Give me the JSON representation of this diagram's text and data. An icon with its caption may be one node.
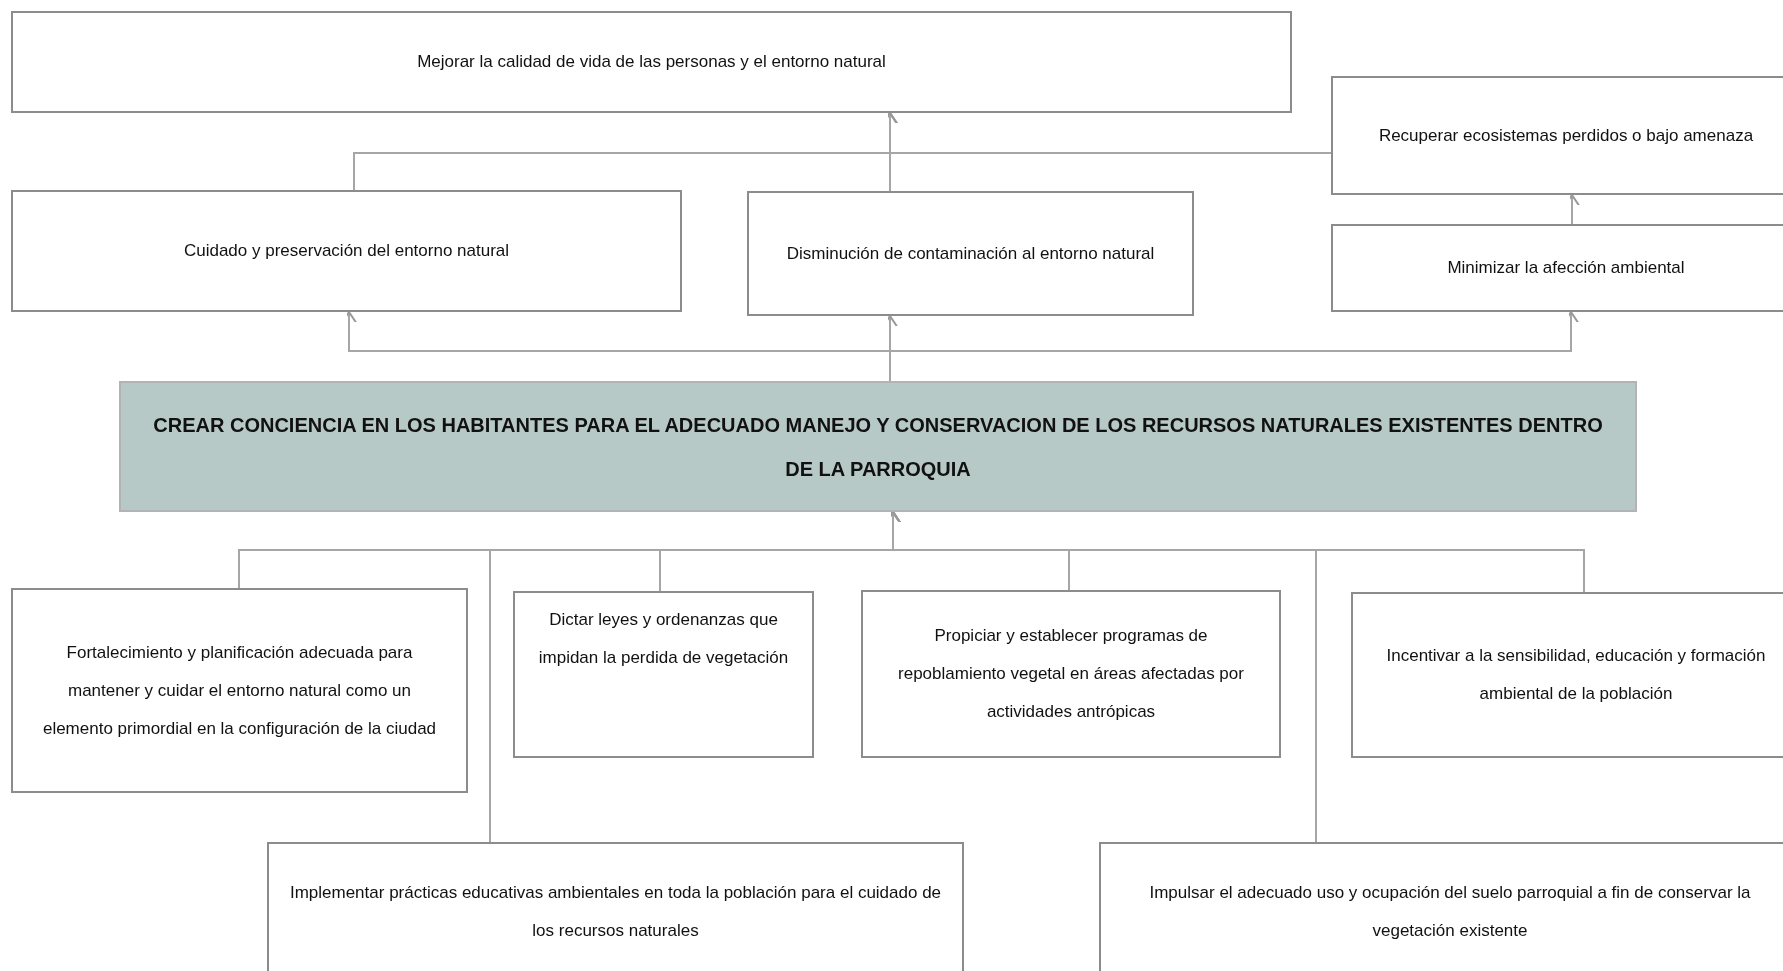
{
  "diagram": {
    "nodes": [
      {
        "text": [
          "Mejorar la calidad de vida de las personas y el entorno natural"
        ]
      },
      {
        "text": [
          "Recuperar ecosistemas perdidos o bajo amenaza"
        ]
      },
      {
        "text": [
          "Cuidado y preservación del entorno natural"
        ]
      },
      {
        "text": [
          "Disminución de contaminación al entorno natural"
        ]
      },
      {
        "text": [
          "Minimizar la afección ambiental"
        ]
      },
      {
        "text": [
          "CREAR CONCIENCIA EN LOS HABITANTES PARA EL ADECUADO MANEJO Y CONSERVACION DE LOS RECURSOS NATURALES EXISTENTES DENTRO DE LA PARROQUIA"
        ]
      },
      {
        "text": [
          "Fortalecimiento y planificación adecuada para mantener y cuidar el entorno natural como un elemento primordial en la configuración de la ciudad"
        ]
      },
      {
        "text": [
          "Dictar leyes y ordenanzas que impidan la perdida de vegetación"
        ]
      },
      {
        "text": [
          "Propiciar y establecer programas de repoblamiento vegetal en áreas afectadas por actividades antrópicas"
        ]
      },
      {
        "text": [
          "Incentivar a la sensibilidad, educación y formación ambiental de la población"
        ]
      },
      {
        "text": [
          "Implementar prácticas educativas ambientales en toda la población para el cuidado de los recursos naturales"
        ]
      },
      {
        "text": [
          "Impulsar el adecuado uso y ocupación del suelo parroquial a fin de conservar la vegetación existente"
        ]
      }
    ],
    "edges": [
      {
        "from": 2,
        "to": 0,
        "arrow": "to"
      },
      {
        "from": 3,
        "to": 0,
        "arrow": "to"
      },
      {
        "from": 1,
        "to": 0,
        "arrow": "to"
      },
      {
        "from": 4,
        "to": 1,
        "arrow": "to"
      },
      {
        "from": 5,
        "to": 2,
        "arrow": "to"
      },
      {
        "from": 5,
        "to": 3,
        "arrow": "to"
      },
      {
        "from": 5,
        "to": 4,
        "arrow": "to"
      },
      {
        "from": 6,
        "to": 5,
        "arrow": "to"
      },
      {
        "from": 7,
        "to": 5,
        "arrow": "to"
      },
      {
        "from": 8,
        "to": 5,
        "arrow": "to"
      },
      {
        "from": 9,
        "to": 5,
        "arrow": "to"
      },
      {
        "from": 10,
        "to": 5,
        "arrow": "to"
      },
      {
        "from": 11,
        "to": 5,
        "arrow": "to"
      }
    ]
  }
}
